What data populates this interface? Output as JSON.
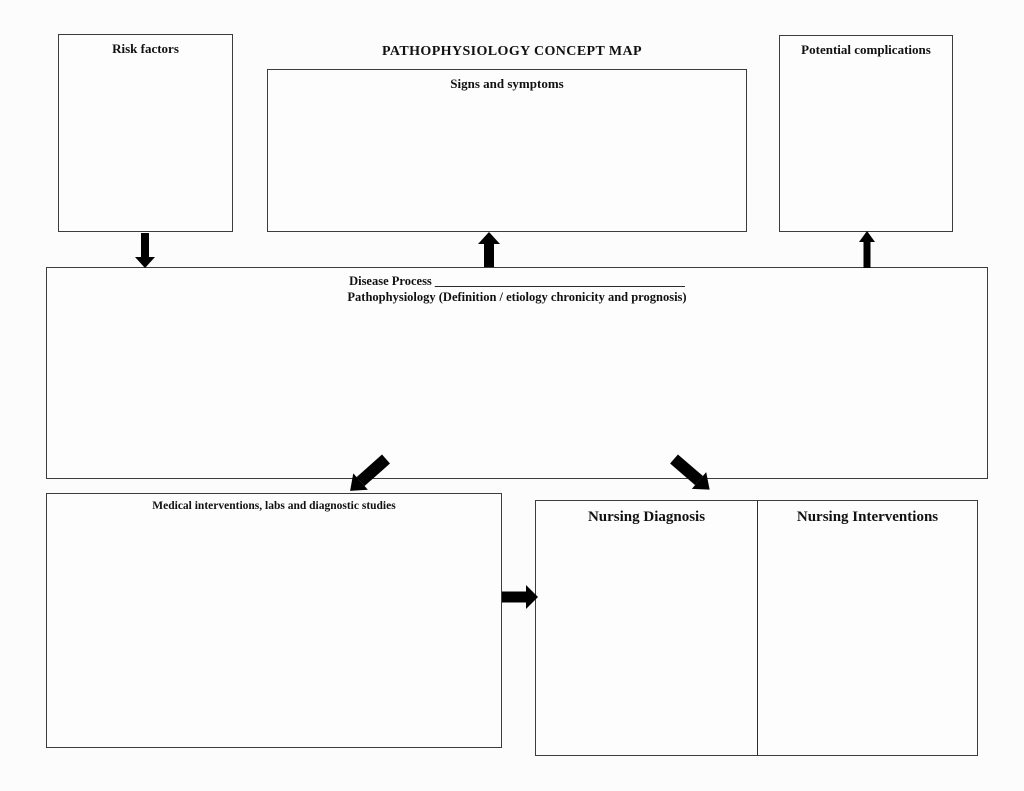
{
  "title": "PATHOPHYSIOLOGY CONCEPT MAP",
  "boxes": {
    "risk_factors": {
      "label": "Risk factors"
    },
    "signs_symptoms": {
      "label": "Signs and symptoms"
    },
    "potential_complications": {
      "label": "Potential complications"
    },
    "disease_process": {
      "line1": "Disease Process ________________________________________",
      "line2": "Pathophysiology (Definition / etiology chronicity and prognosis)"
    },
    "medical_interventions": {
      "label": "Medical interventions, labs and diagnostic studies"
    },
    "nursing": {
      "diagnosis_header": "Nursing Diagnosis",
      "interventions_header": "Nursing Interventions"
    }
  },
  "arrows": {
    "risk_to_disease": "down",
    "disease_to_signs": "up",
    "disease_to_complications": "up",
    "disease_to_medical": "down-left",
    "disease_to_nursing": "down-right",
    "medical_to_nursing": "right"
  },
  "colors": {
    "border": "#3c3c3c",
    "arrow": "#000000",
    "text": "#111111",
    "background": "#fcfcfc"
  }
}
